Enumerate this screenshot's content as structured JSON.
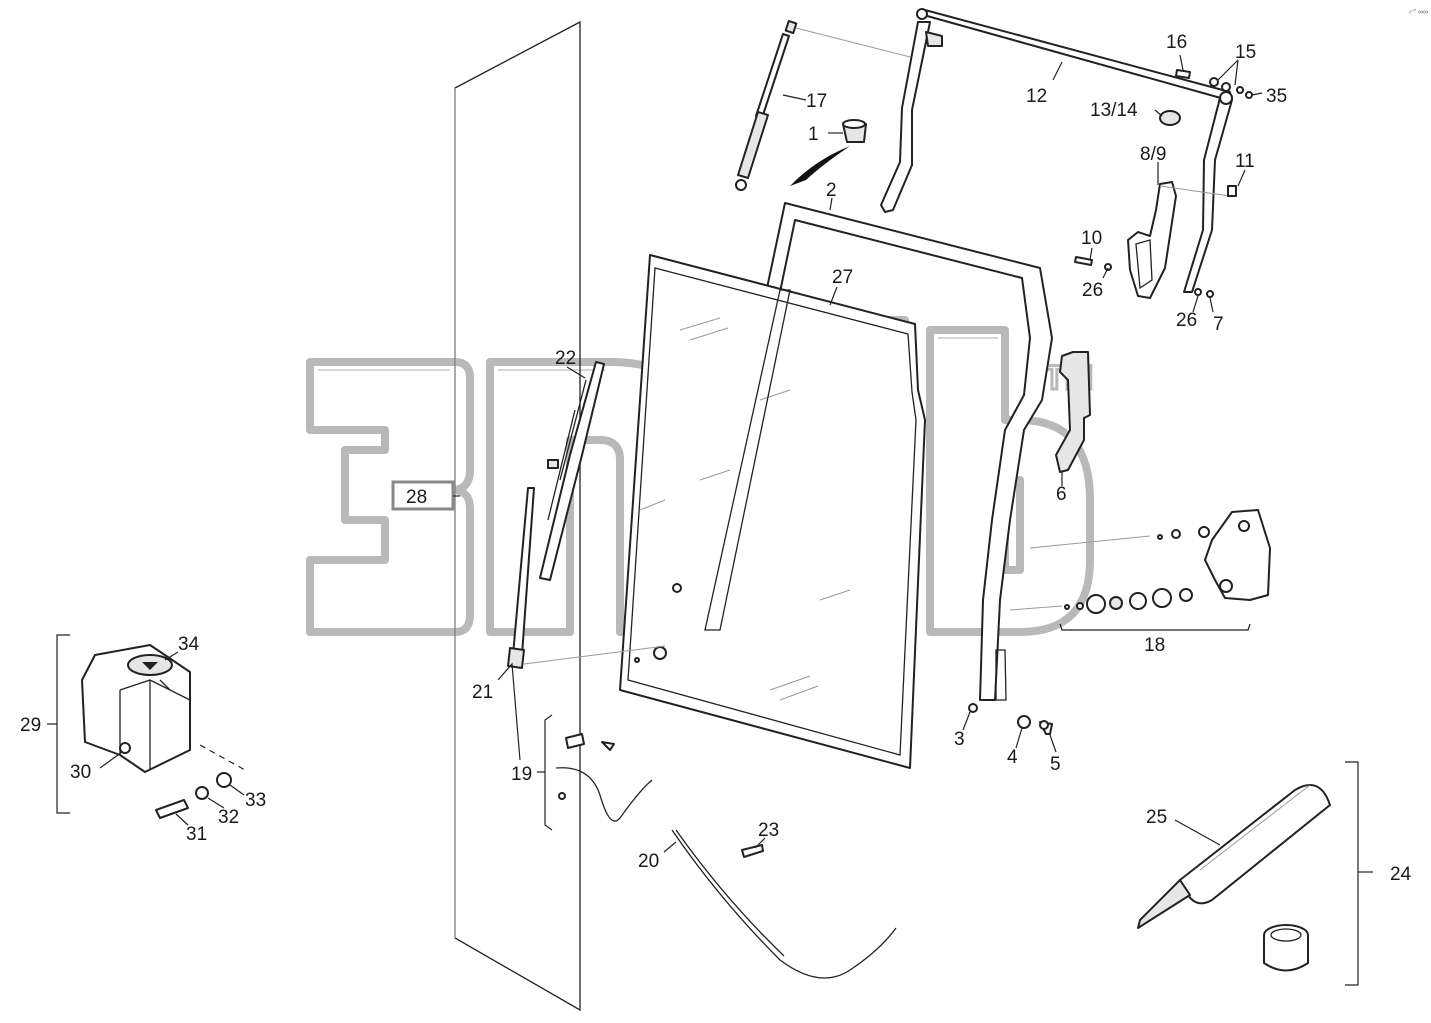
{
  "watermark": {
    "text": "3nd",
    "tm": "TM"
  },
  "corner_mark": "♂° ∞∞",
  "callouts": {
    "c1": "1",
    "c2": "2",
    "c3": "3",
    "c4": "4",
    "c5": "5",
    "c6": "6",
    "c7": "7",
    "c89": "8/9",
    "c10": "10",
    "c11": "11",
    "c12": "12",
    "c1314": "13/14",
    "c15": "15",
    "c16": "16",
    "c17": "17",
    "c18": "18",
    "c19": "19",
    "c20": "20",
    "c21": "21",
    "c22": "22",
    "c23": "23",
    "c24": "24",
    "c25": "25",
    "c26a": "26",
    "c26b": "26",
    "c27": "27",
    "c28": "28",
    "c29": "29",
    "c30": "30",
    "c31": "31",
    "c32": "32",
    "c33": "33",
    "c34": "34",
    "c35": "35"
  }
}
